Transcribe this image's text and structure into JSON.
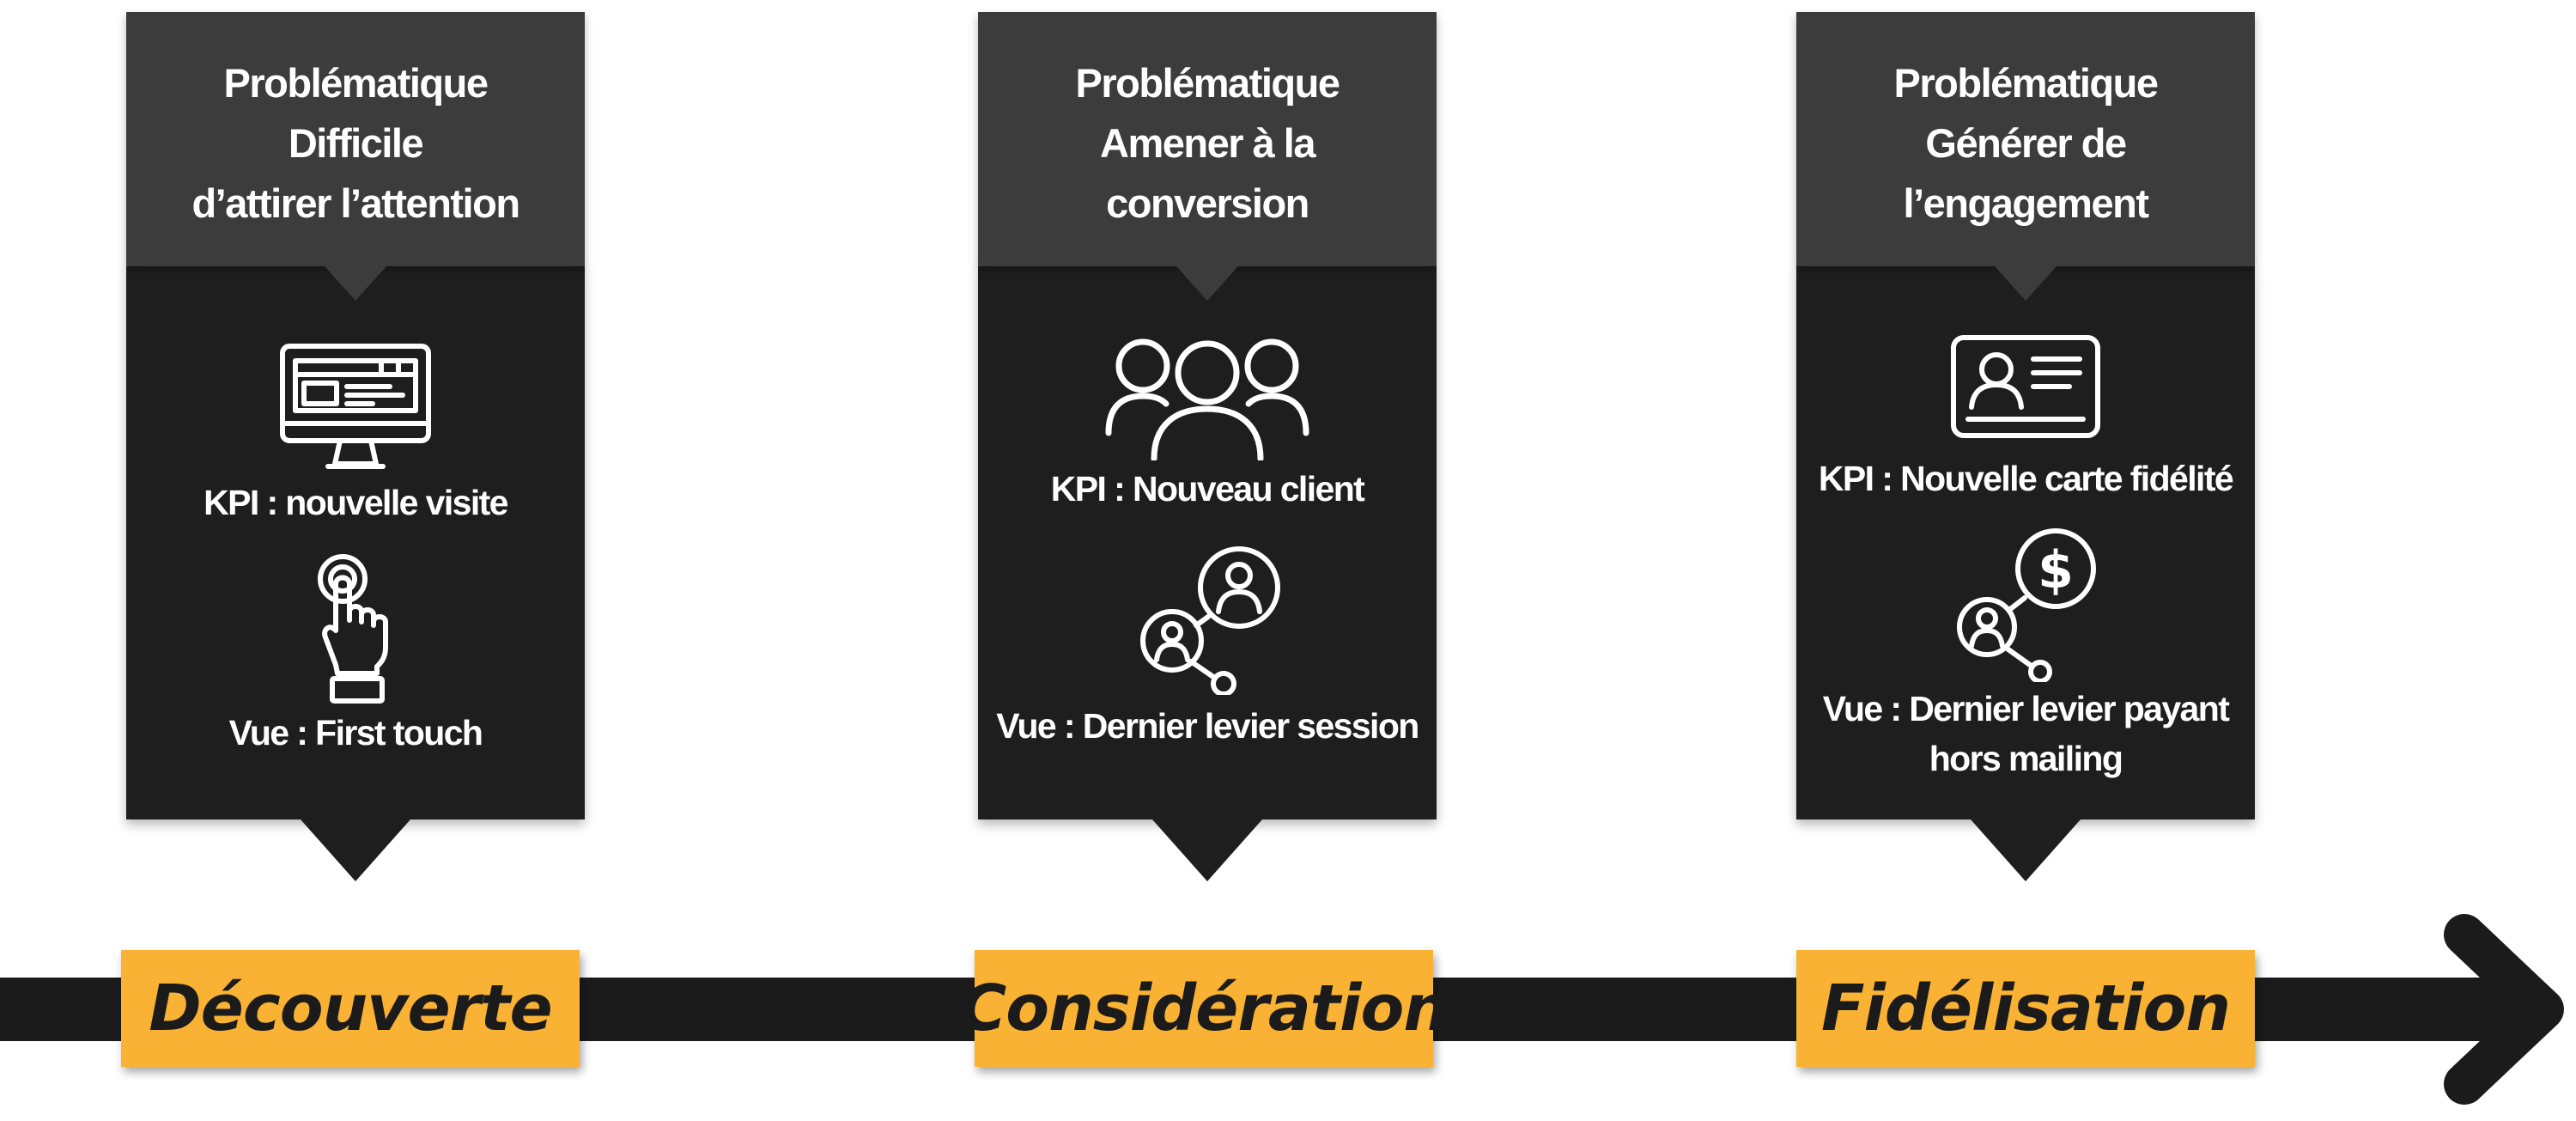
{
  "columns": [
    {
      "problem_lines": [
        "Problématique",
        "Difficile",
        "d’attirer l’attention"
      ],
      "primary_icon": "computer-monitor-icon",
      "kpi": "KPI : nouvelle visite",
      "secondary_icon": "pointing-hand-icon",
      "view_lines": [
        "Vue : First touch"
      ],
      "stage": "Découverte"
    },
    {
      "problem_lines": [
        "Problématique",
        "Amener à la",
        "conversion"
      ],
      "primary_icon": "user-group-icon",
      "kpi": "KPI : Nouveau client",
      "secondary_icon": "connected-users-icon",
      "view_lines": [
        "Vue : Dernier levier session"
      ],
      "stage": "Considération"
    },
    {
      "problem_lines": [
        "Problématique",
        "Générer de",
        "l’engagement"
      ],
      "primary_icon": "id-card-icon",
      "kpi": "KPI : Nouvelle carte fidélité",
      "secondary_icon": "user-dollar-network-icon",
      "view_lines": [
        "Vue : Dernier levier payant",
        "hors mailing"
      ],
      "stage": "Fidélisation"
    }
  ],
  "timeline_icon": "arrow-right-icon",
  "colors": {
    "header_bg": "#3c3c3c",
    "body_bg": "#1e1e1e",
    "timeline": "#1b1b1b",
    "stage_label_bg": "#f9b233",
    "text_light": "#ffffff",
    "text_dark": "#1b1b1b"
  }
}
